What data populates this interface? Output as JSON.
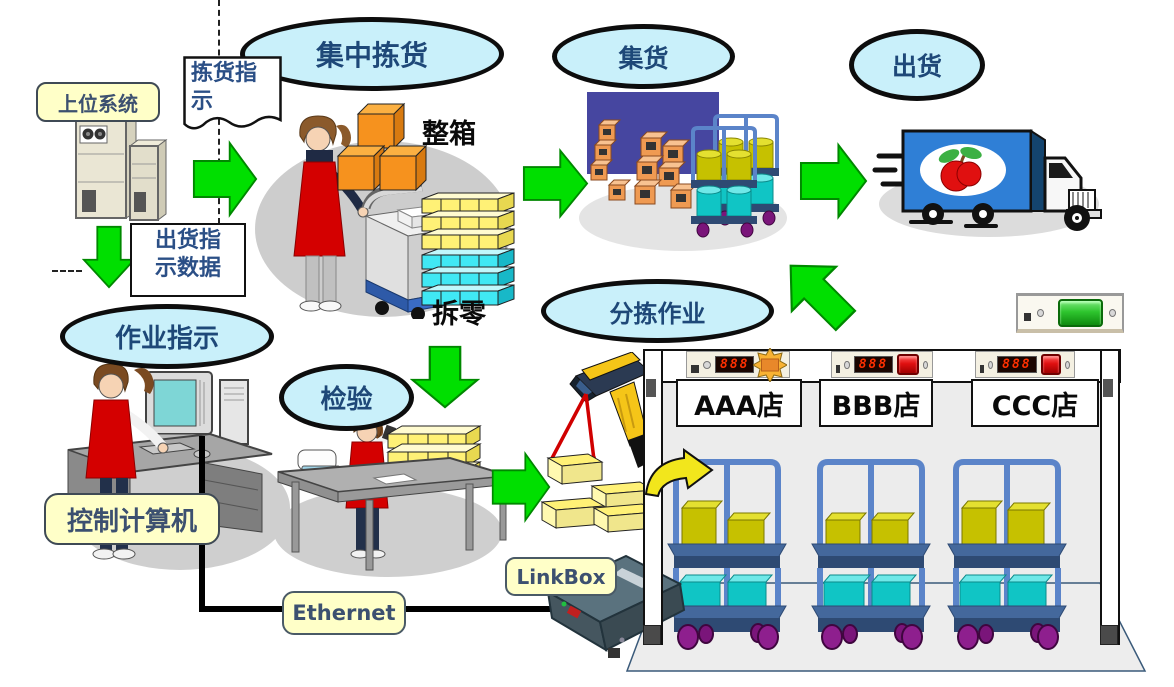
{
  "stages": {
    "centralized_picking": "集中拣货",
    "collection": "集货",
    "shipping": "出货",
    "sorting": "分拣作业",
    "work_instruction": "作业指示",
    "inspection": "检验"
  },
  "labels": {
    "host_system": "上位系统",
    "control_computer": "控制计算机",
    "ethernet": "Ethernet",
    "linkbox": "LinkBox",
    "full_case": "整箱",
    "split_case": "拆零"
  },
  "notes": {
    "picking_instruction": "拣货指\n示",
    "shipping_instruction_data": "出货指\n示数据"
  },
  "sorting_station": {
    "stores": [
      {
        "name": "AAA店",
        "display": "888",
        "indicator": "orange-star-lamp"
      },
      {
        "name": "BBB店",
        "display": "888",
        "indicator": "red-button"
      },
      {
        "name": "CCC店",
        "display": "888",
        "indicator": "red-button"
      }
    ],
    "spare_module": {
      "indicator": "green-button"
    }
  },
  "colors": {
    "stage_ellipse_fill": "#C9F0FA",
    "stage_text": "#1E4878",
    "label_fill": "#FFFFC8",
    "arrow_green": "#00DF00",
    "cart_frame": "#5B84C9",
    "box_yellow": "#C6C100",
    "box_cyan": "#10C5C5",
    "wheel_purple": "#7A157A"
  }
}
